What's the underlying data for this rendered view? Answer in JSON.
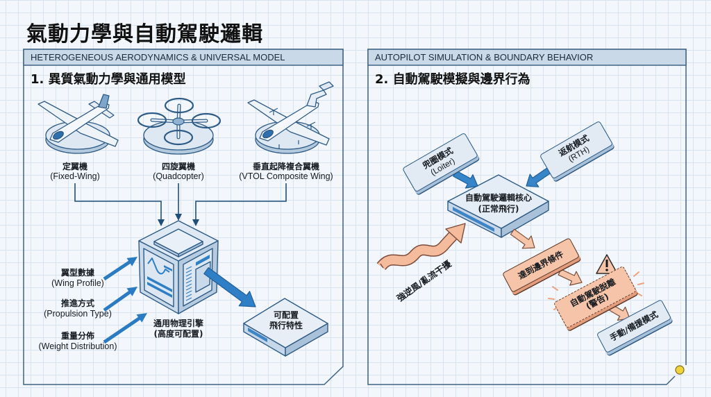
{
  "title": "氣動力學與自動駕駛邏輯",
  "left_panel": {
    "header": "HETEROGENEOUS AERODYNAMICS & UNIVERSAL MODEL",
    "section_title": "1. 異質氣動力學與通用模型",
    "aircraft": [
      {
        "icon": "fixed-wing-plane-icon",
        "zh": "定翼機",
        "en": "(Fixed-Wing)"
      },
      {
        "icon": "quadcopter-icon",
        "zh": "四旋翼機",
        "en": "(Quadcopter)"
      },
      {
        "icon": "vtol-plane-icon",
        "zh": "垂直起降複合翼機",
        "en": "(VTOL Composite Wing)"
      }
    ],
    "inputs": [
      {
        "zh": "翼型數據",
        "en": "(Wing Profile)"
      },
      {
        "zh": "推進方式",
        "en": "(Propulsion Type)"
      },
      {
        "zh": "重量分佈",
        "en": "(Weight Distribution)"
      }
    ],
    "engine": {
      "icon": "physics-engine-cube-icon",
      "zh": "通用物理引擎",
      "sub": "(高度可配置)"
    },
    "output": {
      "line1": "可配置",
      "line2": "飛行特性"
    }
  },
  "right_panel": {
    "header": "AUTOPILOT SIMULATION & BOUNDARY BEHAVIOR",
    "section_title": "2. 自動駕駛模擬與邊界行為",
    "loiter": {
      "zh": "兜圈模式",
      "en": "(Loiter)"
    },
    "rth": {
      "zh": "返航模式",
      "en": "(RTH)"
    },
    "core": {
      "zh": "自動駕駛邏輯核心",
      "sub": "(正常飛行)"
    },
    "disturbance": "強逆風/亂流干擾",
    "boundary": "達到邊界條件",
    "disengage": {
      "icon": "warning-icon",
      "zh": "自動駕駛脫離",
      "sub": "(警告)"
    },
    "fallback": "手動/備援模式"
  },
  "colors": {
    "panel_border": "#3e6386",
    "header_band": "#c9d9e7",
    "accent_blue": "#2b7bc2",
    "warning_orange": "#f6c4a8",
    "marker_yellow": "#f1d33a"
  }
}
